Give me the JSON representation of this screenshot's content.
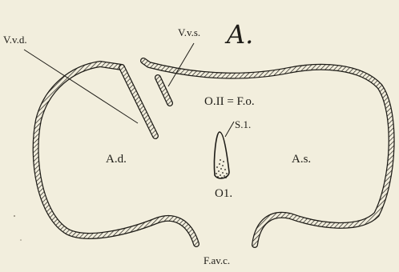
{
  "figure_letter": "A.",
  "labels": {
    "v_v_d": "V.v.d.",
    "v_v_s": "V.v.s.",
    "o2_fo": "O.II = F.o.",
    "a_d": "A.d.",
    "a_s": "A.s.",
    "s1": "S.1.",
    "o1": "O1.",
    "f_av_c": "F.av.c."
  },
  "colors": {
    "background": "#f2eedd",
    "ink": "#1e1c17"
  }
}
